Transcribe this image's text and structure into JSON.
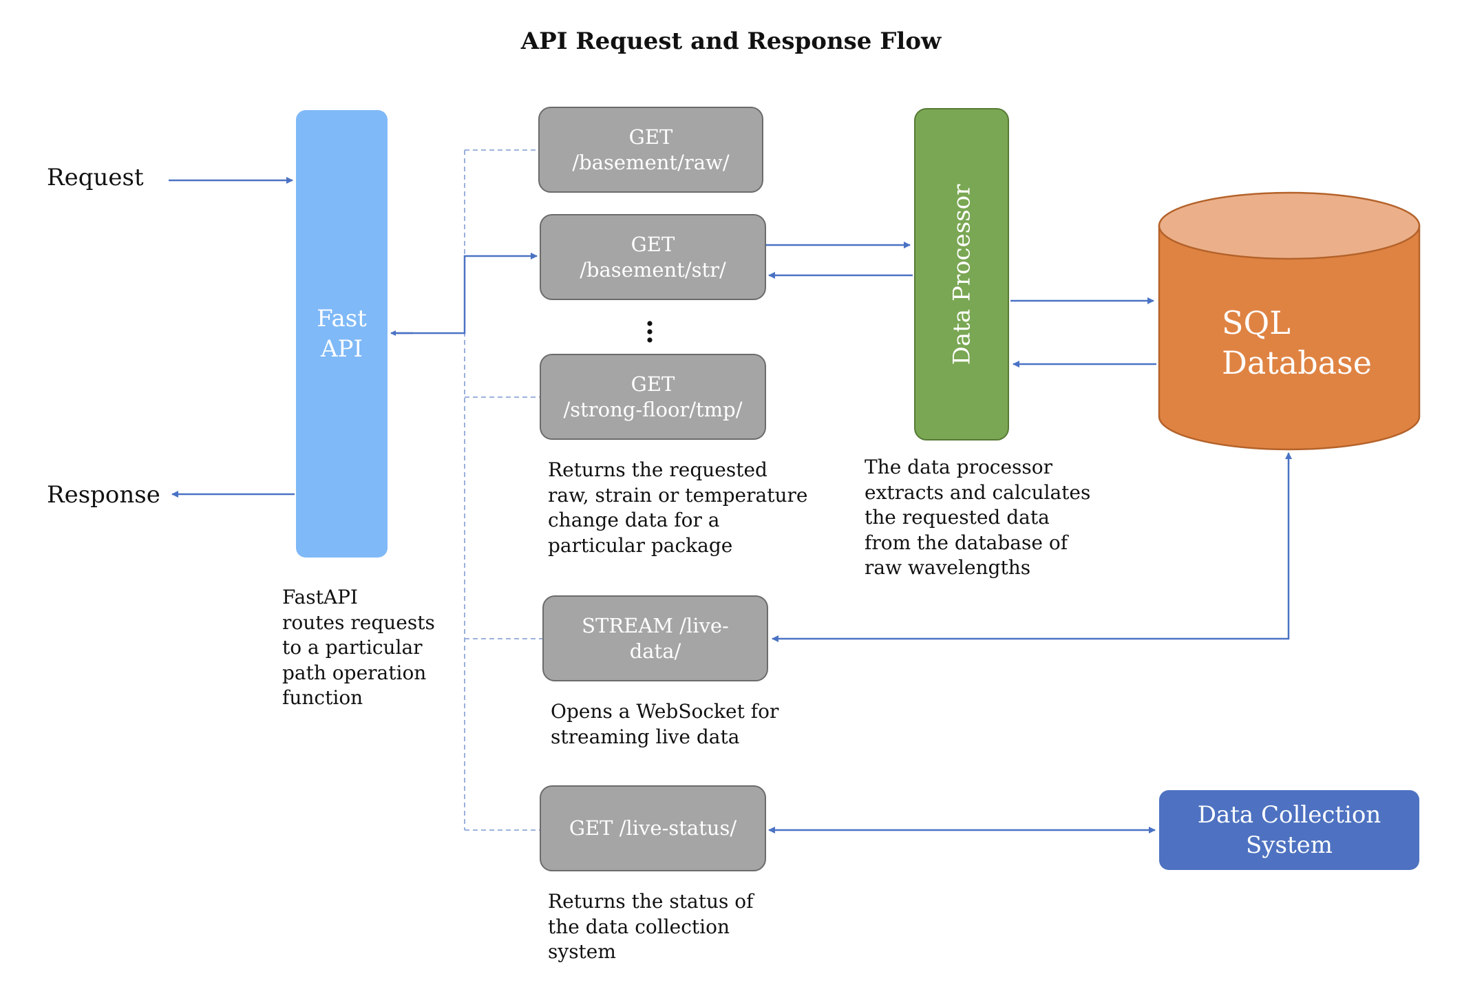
{
  "title": "API Request and Response Flow",
  "labels": {
    "request": "Request",
    "response": "Response"
  },
  "fastapi": {
    "label": "Fast\nAPI",
    "description": "FastAPI\nroutes requests\nto a particular\npath operation\nfunction"
  },
  "endpoints": {
    "basement_raw": "GET\n/basement/raw/",
    "basement_str": "GET\n/basement/str/",
    "strong_floor_tmp": "GET\n/strong-floor/tmp/",
    "live_data": "STREAM /live-\ndata/",
    "live_status": "GET /live-status/"
  },
  "descriptions": {
    "get_endpoints": "Returns the requested\nraw, strain or temperature\nchange data for a\nparticular package",
    "stream": "Opens a WebSocket for\nstreaming live data",
    "status": "Returns the status of\nthe data collection\nsystem",
    "processor": "The data processor\nextracts and calculates\nthe requested data\nfrom the database of\nraw wavelengths"
  },
  "data_processor": {
    "label": "Data Processor"
  },
  "database": {
    "label": "SQL\nDatabase"
  },
  "data_collection": {
    "label": "Data Collection\nSystem"
  },
  "colors": {
    "arrow": "#4a72c4",
    "fastapi": "#7fb9f7",
    "endpoint": "#a5a5a5",
    "processor": "#7aa753",
    "database_body": "#df8343",
    "database_top": "#ebb08a",
    "data_collection": "#4e72c1"
  }
}
